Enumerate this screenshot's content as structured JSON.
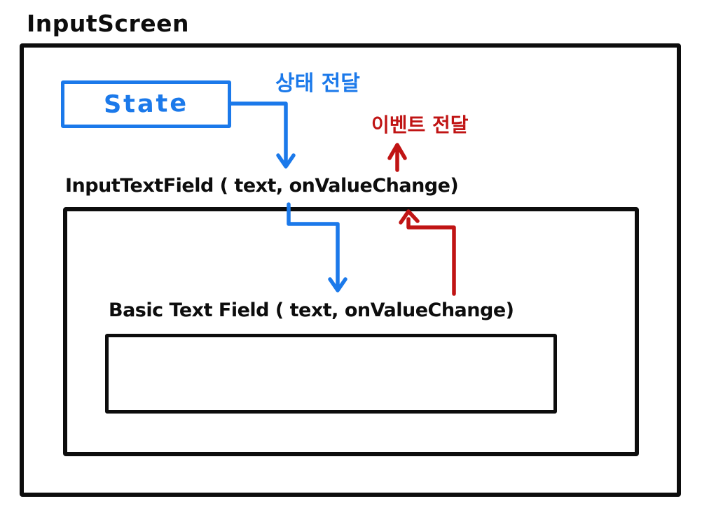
{
  "title": "InputScreen",
  "colors": {
    "blue": "#1b79ea",
    "red": "#c01414",
    "ink": "#0d0d0d"
  },
  "state_box": {
    "label": "State"
  },
  "annotations": {
    "state_pass_label": "상태 전달",
    "event_pass_label": "이벤트 전달"
  },
  "components": {
    "input_text_field": {
      "signature": "InputTextField ( text,  onValueChange)"
    },
    "basic_text_field": {
      "signature": "Basic Text Field ( text,  onValueChange)"
    }
  }
}
